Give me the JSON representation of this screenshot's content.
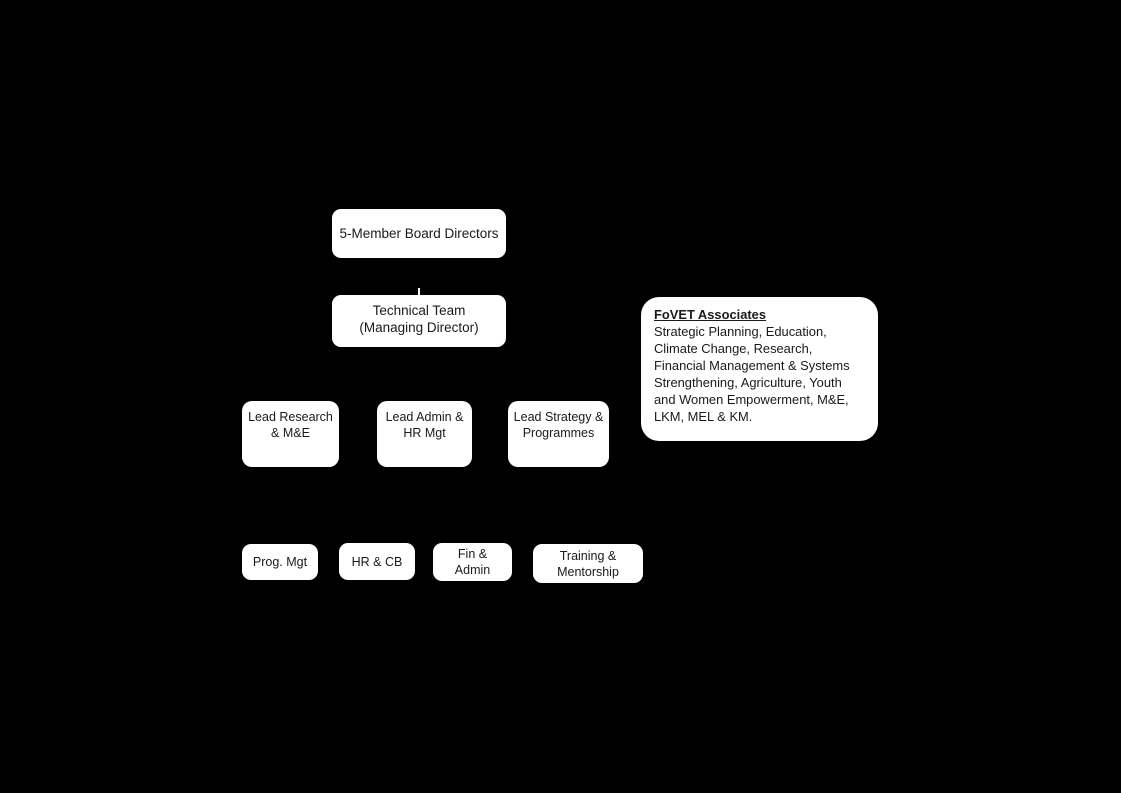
{
  "diagram": {
    "type": "organizational-chart",
    "background_color": "#000000",
    "node_fill_color": "#ffffff",
    "node_text_color": "#1a1a1a",
    "levels": {
      "governance": {
        "board": "5-Member Board Directors",
        "technical_team": "Technical Team\n(Managing Director)"
      },
      "leads": [
        {
          "label": "Lead Research\n& M&E"
        },
        {
          "label": "Lead Admin &\nHR Mgt"
        },
        {
          "label": "Lead Strategy &\nProgrammes"
        }
      ],
      "units": [
        {
          "label": "Prog. Mgt"
        },
        {
          "label": "HR & CB"
        },
        {
          "label": "Fin &\nAdmin"
        },
        {
          "label": "Training &\nMentorship"
        }
      ]
    },
    "associates": {
      "title": "FoVET Associates",
      "body": "Strategic Planning, Education, Climate Change, Research, Financial Management & Systems Strengthening, Agriculture, Youth and Women Empowerment, M&E, LKM, MEL & KM."
    }
  }
}
